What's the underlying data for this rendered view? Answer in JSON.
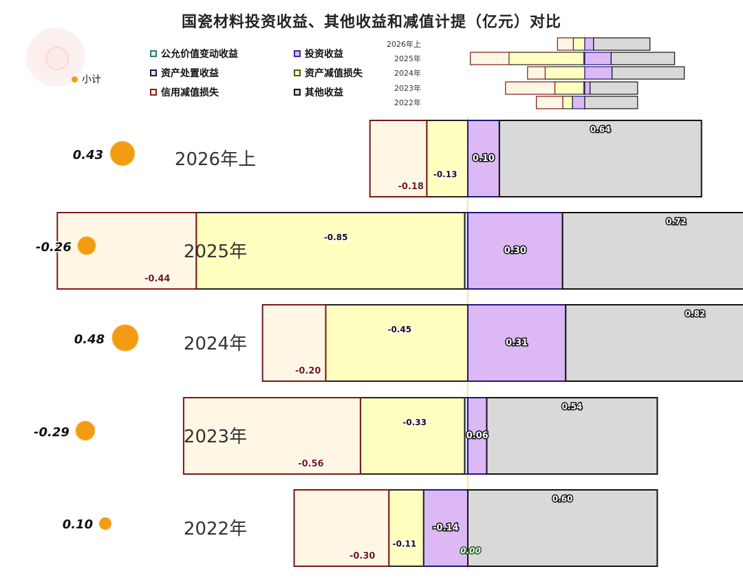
{
  "title": "国瓷材料投资收益、其他收益和减值计提（亿元）对比",
  "legend": {
    "items": [
      {
        "label": "公允价值变动收益",
        "color": "#dce9f8",
        "border": "#2e7d6a"
      },
      {
        "label": "投资收益",
        "color": "#dcb8f5",
        "border": "#3a2a8a"
      },
      {
        "label": "资产处置收益",
        "color": "#dce3f5",
        "border": "#1a1a3a"
      },
      {
        "label": "资产减值损失",
        "color": "#ffffc0",
        "border": "#555500"
      },
      {
        "label": "信用减值损失",
        "color": "#fff6e4",
        "border": "#8b1a1a"
      },
      {
        "label": "其他收益",
        "color": "#d9d9d9",
        "border": "#111111"
      }
    ],
    "subtotal_label": "小计"
  },
  "colors": {
    "fair_value": "#dce9f8",
    "investment": "#dcb8f5",
    "disposal": "#dce3f5",
    "asset_impairment": "#ffffc0",
    "credit_impairment": "#fff6e4",
    "other": "#d9d9d9",
    "subtotal": "#f39c12",
    "zero_line": "#e8e070"
  },
  "chart_data": {
    "type": "bar",
    "orientation": "horizontal",
    "stacked": "diverging",
    "title": "国瓷材料投资收益、其他收益和减值计提（亿元）对比",
    "categories": [
      "2026年上",
      "2025年",
      "2024年",
      "2023年",
      "2022年"
    ],
    "xlim": [
      -0.56,
      0.96
    ],
    "series": [
      {
        "name": "信用减值损失",
        "key": "credit_impairment",
        "values": [
          -0.18,
          -0.44,
          -0.2,
          -0.56,
          -0.3
        ]
      },
      {
        "name": "资产减值损失",
        "key": "asset_impairment",
        "values": [
          -0.13,
          -0.85,
          -0.45,
          -0.33,
          -0.11
        ]
      },
      {
        "name": "资产处置收益",
        "key": "disposal",
        "values": [
          0.0,
          -0.01,
          0.0,
          -0.01,
          0.0
        ]
      },
      {
        "name": "公允价值变动收益",
        "key": "fair_value",
        "values": [
          0.0,
          0.0,
          0.0,
          0.0,
          0.0
        ]
      },
      {
        "name": "投资收益",
        "key": "investment",
        "values": [
          0.1,
          0.3,
          0.31,
          0.06,
          -0.14
        ]
      },
      {
        "name": "其他收益",
        "key": "other",
        "values": [
          0.64,
          0.72,
          0.82,
          0.54,
          0.6
        ]
      }
    ],
    "subtotal": {
      "name": "小计",
      "values": [
        0.43,
        -0.26,
        0.48,
        -0.29,
        0.1
      ]
    },
    "labels": [
      {
        "category": "2026年上",
        "texts": [
          "-0.18",
          "-0.13",
          "0.10",
          "0.64"
        ]
      },
      {
        "category": "2025年",
        "texts": [
          "-0.44",
          "-0.85",
          "0.30",
          "0.72"
        ]
      },
      {
        "category": "2024年",
        "texts": [
          "-0.20",
          "-0.45",
          "0.31",
          "0.82"
        ]
      },
      {
        "category": "2023年",
        "texts": [
          "-0.56",
          "-0.33",
          "0.06",
          "0.54"
        ]
      },
      {
        "category": "2022年",
        "texts": [
          "-0.30",
          "-0.11",
          "-0.14",
          "0.00",
          "0.60"
        ]
      }
    ],
    "subtotal_labels": [
      "0.43",
      "-0.26",
      "0.48",
      "-0.29",
      "0.10"
    ],
    "legend_position": "top"
  }
}
